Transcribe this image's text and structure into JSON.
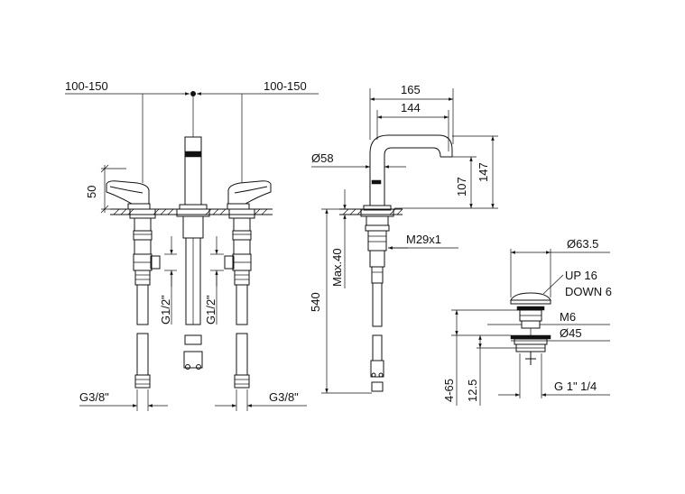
{
  "dimensions": {
    "left_spacing": "100-150",
    "right_spacing": "100-150",
    "handle_height": "50",
    "inlet_left": "G1/2\"",
    "inlet_right": "G1/2\"",
    "hose_left": "G3/8\"",
    "hose_right": "G3/8\"",
    "spout_reach": "165",
    "spout_reach_inner": "144",
    "spout_diameter": "Ø58",
    "spout_height_outlet": "107",
    "spout_height_total": "147",
    "max_deck": "Max.40",
    "hose_length": "540",
    "mount_thread": "M29x1",
    "drain_cap": "Ø63.5",
    "drain_up": "UP 16",
    "drain_down": "DOWN 6",
    "drain_screw": "M6",
    "drain_flange": "Ø45",
    "drain_thread": "G 1\" 1/4",
    "drain_deck": "4-65",
    "drain_body": "12.5"
  }
}
